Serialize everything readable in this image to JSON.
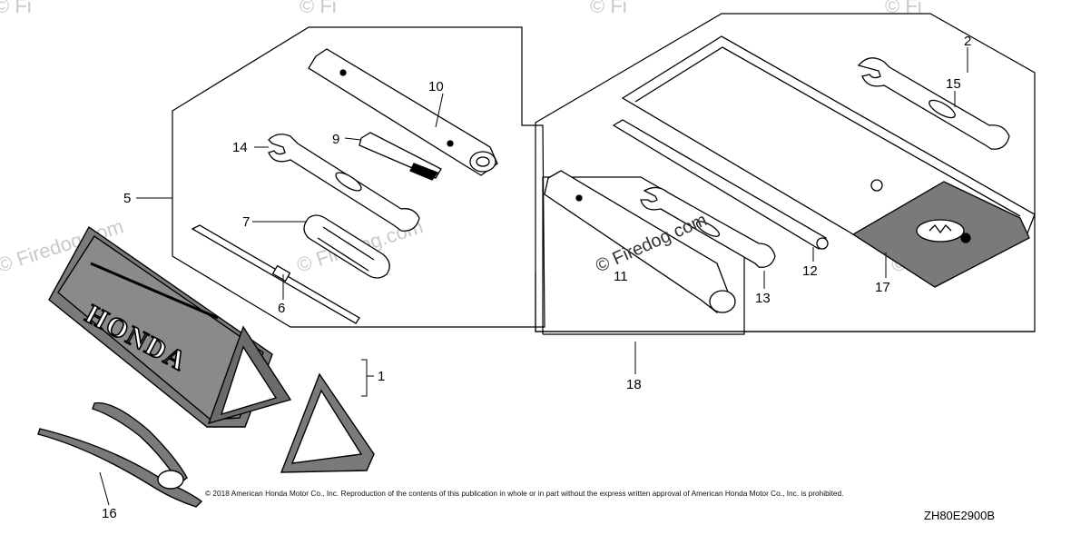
{
  "diagram": {
    "callouts": {
      "c1": "1",
      "c2": "2",
      "c5": "5",
      "c6": "6",
      "c7": "7",
      "c9": "9",
      "c10": "10",
      "c11": "11",
      "c12": "12",
      "c13": "13",
      "c14": "14",
      "c15": "15",
      "c16": "16",
      "c17": "17",
      "c18": "18"
    },
    "brand_text": "HONDA",
    "watermark": "© Firedog.com",
    "watermark_short": "© Fi",
    "copyright": "© 2018 American Honda Motor Co., Inc. Reproduction of the contents of this publication in whole or in part without the express written approval of American Honda Motor Co., Inc. is prohibited.",
    "diagram_code": "ZH80E2900B",
    "colors": {
      "line": "#000000",
      "background": "#ffffff",
      "watermark": "#c9c9c9",
      "pouch_fill": "#8a8a8a"
    }
  }
}
